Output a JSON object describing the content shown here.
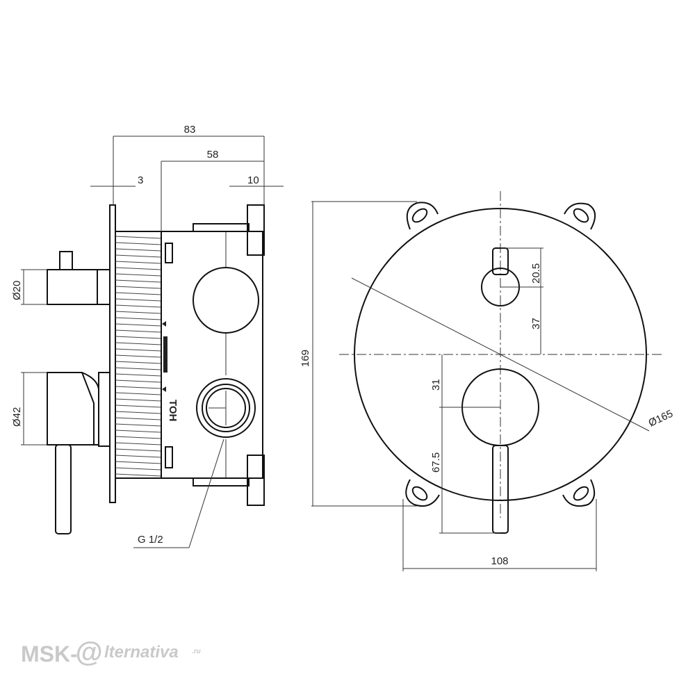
{
  "side_view": {
    "dim_overall_depth": "83",
    "dim_box_depth": "58",
    "dim_plate_thickness": "3",
    "dim_flange": "10",
    "dim_upper_handle_dia": "Ø20",
    "dim_lower_handle_dia": "Ø42",
    "thread_label": "G 1/2",
    "marking": "TOH"
  },
  "front_view": {
    "dim_height": "169",
    "dim_upper_offset": "20.5",
    "dim_upper_to_center": "37",
    "dim_lower_to_center": "31",
    "dim_lever_length": "67.5",
    "dim_plate_dia": "Ø165",
    "dim_width": "108"
  },
  "watermark": {
    "left": "MSK-",
    "right": "lternativa",
    "suffix": ".ru"
  }
}
